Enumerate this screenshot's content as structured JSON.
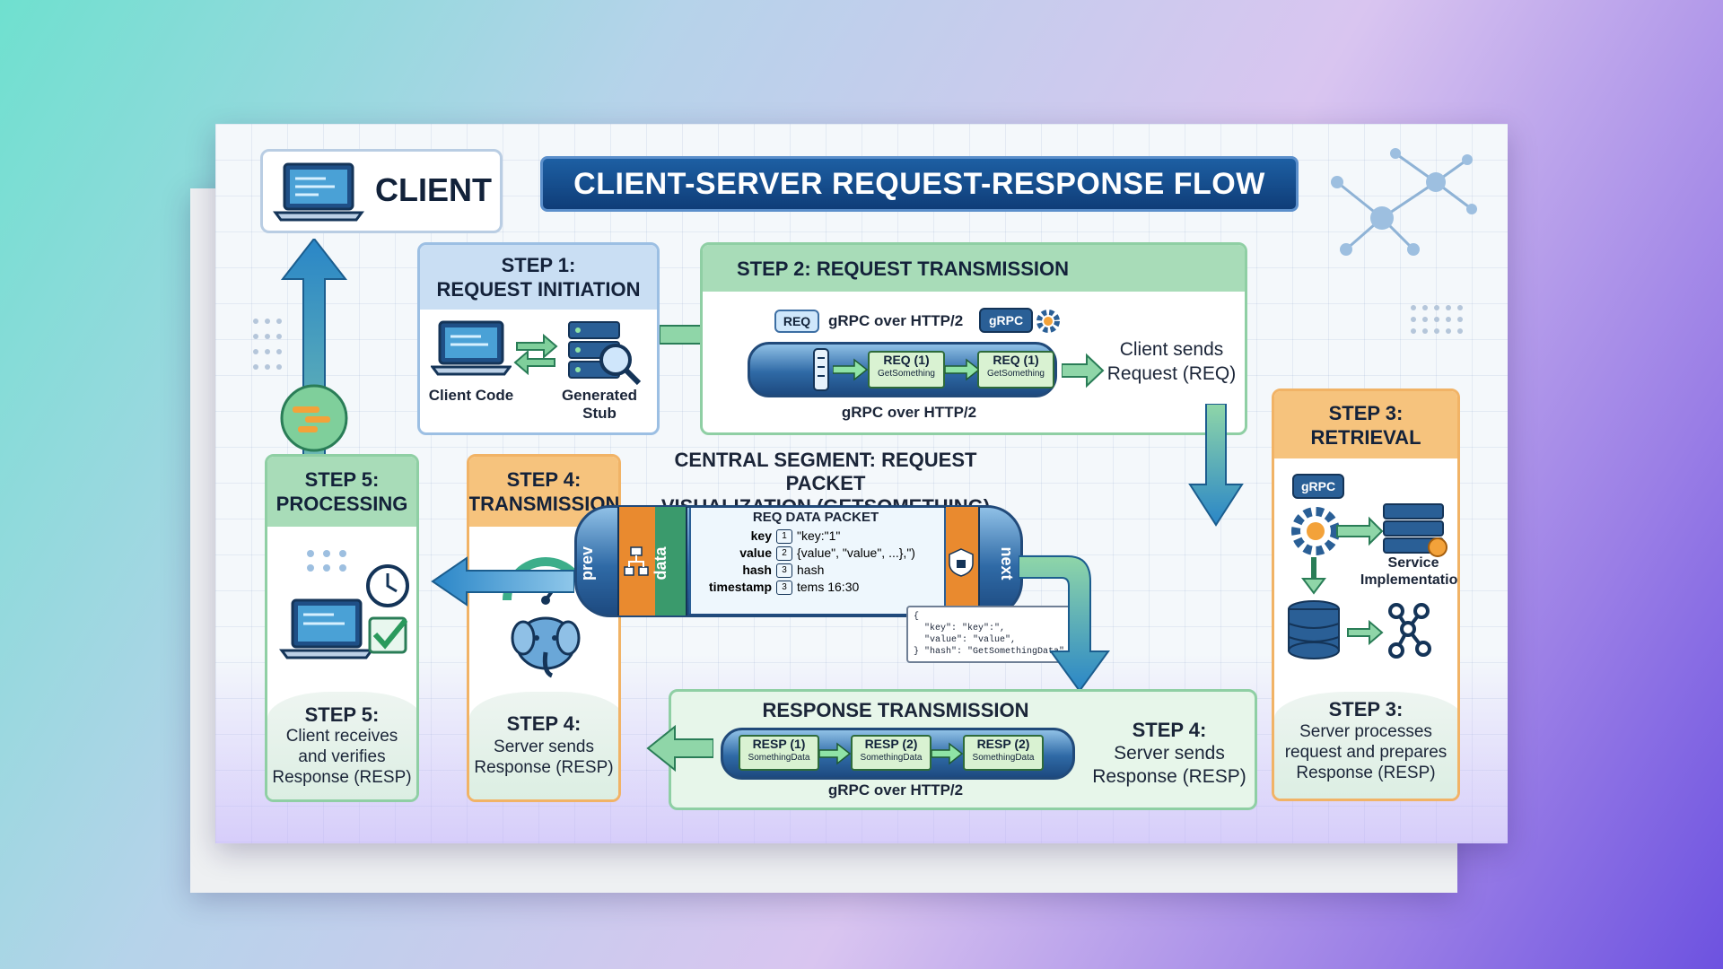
{
  "title": "CLIENT-SERVER REQUEST-RESPONSE FLOW",
  "client_label": "CLIENT",
  "step1": {
    "header": [
      "STEP 1:",
      "REQUEST INITIATION"
    ],
    "client_code": "Client Code",
    "generated_stub": [
      "Generated",
      "Stub"
    ]
  },
  "step2": {
    "header": "STEP 2: REQUEST TRANSMISSION",
    "req_tag": "REQ",
    "grpc_tag": "gRPC",
    "protocol_top": "gRPC over HTTP/2",
    "protocol_bottom": "gRPC over HTTP/2",
    "chip_label": "REQ (1)",
    "chip_sub": "GetSomething",
    "desc": [
      "Client sends",
      "Request (REQ)"
    ]
  },
  "step3": {
    "header": [
      "STEP 3:",
      "RETRIEVAL"
    ],
    "grpc_tag": "gRPC",
    "service": [
      "Service",
      "Implementation"
    ],
    "title": "STEP 3:",
    "desc": [
      "Server processes",
      "request and prepares",
      "Response (RESP)"
    ]
  },
  "central": {
    "title": [
      "CENTRAL SEGMENT: REQUEST PACKET",
      "VISUALIZATION (GETSOMETHING)"
    ],
    "packet_title": "REQ DATA PACKET",
    "prev": "prev",
    "data": "data",
    "next": "next",
    "fields": [
      {
        "key": "key",
        "num": "1",
        "value": "\"key:\"1\""
      },
      {
        "key": "value",
        "num": "2",
        "value": "{value\", \"value\", ...},\")"
      },
      {
        "key": "hash",
        "num": "3",
        "value": "hash"
      },
      {
        "key": "timestamp",
        "num": "3",
        "value": "tems 16:30"
      }
    ],
    "json_lines": [
      "{",
      "  \"key\": \"key\":\",",
      "  \"value\": \"value\",",
      "} \"hash\": \"GetSomethingData\""
    ]
  },
  "step4": {
    "header": [
      "STEP 4:",
      "TRANSMISSION"
    ],
    "title": "STEP 4:",
    "desc": [
      "Server sends",
      "Response (RESP)"
    ]
  },
  "step5": {
    "header": [
      "STEP 5:",
      "PROCESSING"
    ],
    "title": "STEP 5:",
    "desc": [
      "Client receives",
      "and verifies",
      "Response (RESP)"
    ]
  },
  "response": {
    "header": "RESPONSE TRANSMISSION",
    "chips": [
      {
        "label": "RESP (1)",
        "sub": "SomethingData"
      },
      {
        "label": "RESP (2)",
        "sub": "SomethingData"
      },
      {
        "label": "RESP (2)",
        "sub": "SomethingData"
      }
    ],
    "protocol": "gRPC over HTTP/2",
    "title": "STEP 4:",
    "desc": [
      "Server sends",
      "Response (RESP)"
    ]
  },
  "colors": {
    "blue_header": "#c9def3",
    "green_header": "#a8dcb8",
    "orange_header": "#f6c37d",
    "banner": "#174f8f"
  }
}
